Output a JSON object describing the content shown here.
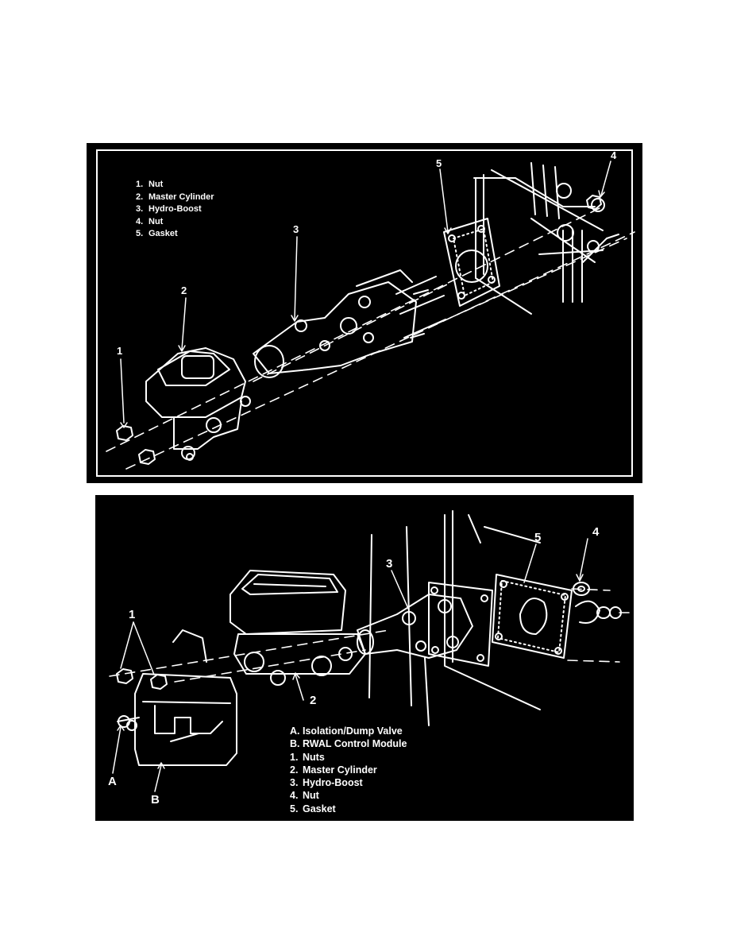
{
  "figures": [
    {
      "legend": [
        {
          "key": "1.",
          "text": "Nut"
        },
        {
          "key": "2.",
          "text": "Master Cylinder"
        },
        {
          "key": "3.",
          "text": "Hydro-Boost"
        },
        {
          "key": "4.",
          "text": "Nut"
        },
        {
          "key": "5.",
          "text": "Gasket"
        }
      ],
      "callouts": [
        "1",
        "2",
        "3",
        "4",
        "5"
      ]
    },
    {
      "legend": [
        {
          "key": "A.",
          "text": "Isolation/Dump Valve"
        },
        {
          "key": "B.",
          "text": "RWAL Control Module"
        },
        {
          "key": "1.",
          "text": "Nuts"
        },
        {
          "key": "2.",
          "text": "Master Cylinder"
        },
        {
          "key": "3.",
          "text": "Hydro-Boost"
        },
        {
          "key": "4.",
          "text": "Nut"
        },
        {
          "key": "5.",
          "text": "Gasket"
        }
      ],
      "callouts": [
        "1",
        "2",
        "3",
        "4",
        "5",
        "A",
        "B"
      ]
    }
  ]
}
